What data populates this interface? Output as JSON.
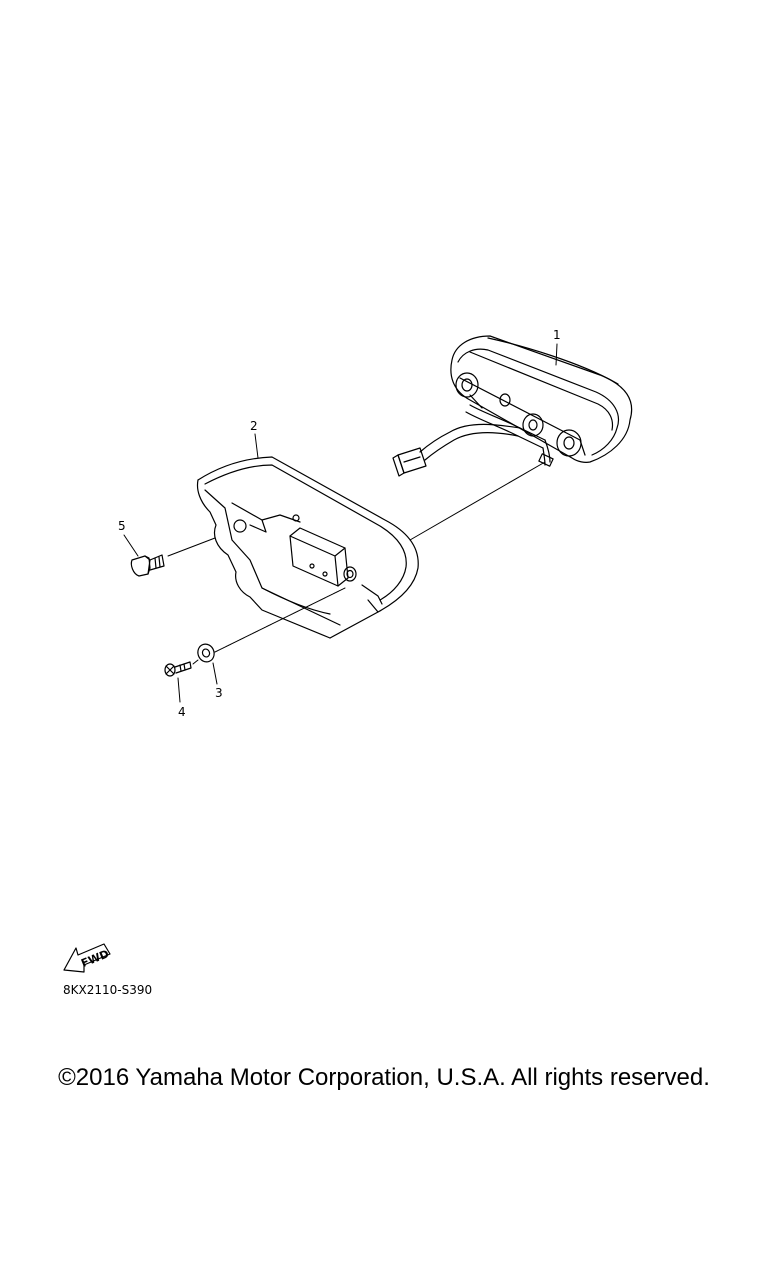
{
  "callouts": [
    {
      "number": "1",
      "part": "tail-light-assembly"
    },
    {
      "number": "2",
      "part": "tail-light-cover"
    },
    {
      "number": "3",
      "part": "washer"
    },
    {
      "number": "4",
      "part": "screw"
    },
    {
      "number": "5",
      "part": "bolt"
    }
  ],
  "fwd_indicator": "FWD",
  "diagram_code": "8KX2110-S390",
  "copyright": "©2016 Yamaha Motor Corporation, U.S.A. All rights reserved."
}
